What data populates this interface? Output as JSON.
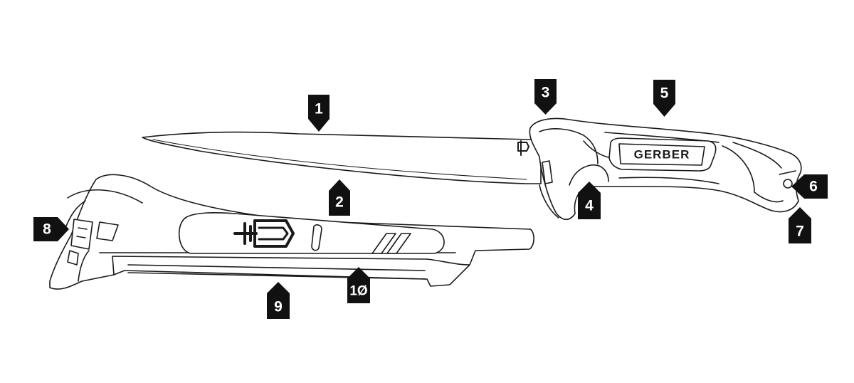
{
  "brand": "GERBER",
  "callouts": [
    {
      "id": "1",
      "label": "1"
    },
    {
      "id": "2",
      "label": "2"
    },
    {
      "id": "3",
      "label": "3"
    },
    {
      "id": "4",
      "label": "4"
    },
    {
      "id": "5",
      "label": "5"
    },
    {
      "id": "6",
      "label": "6"
    },
    {
      "id": "7",
      "label": "7"
    },
    {
      "id": "8",
      "label": "8"
    },
    {
      "id": "9",
      "label": "9"
    },
    {
      "id": "10",
      "label": "1Ø"
    }
  ]
}
